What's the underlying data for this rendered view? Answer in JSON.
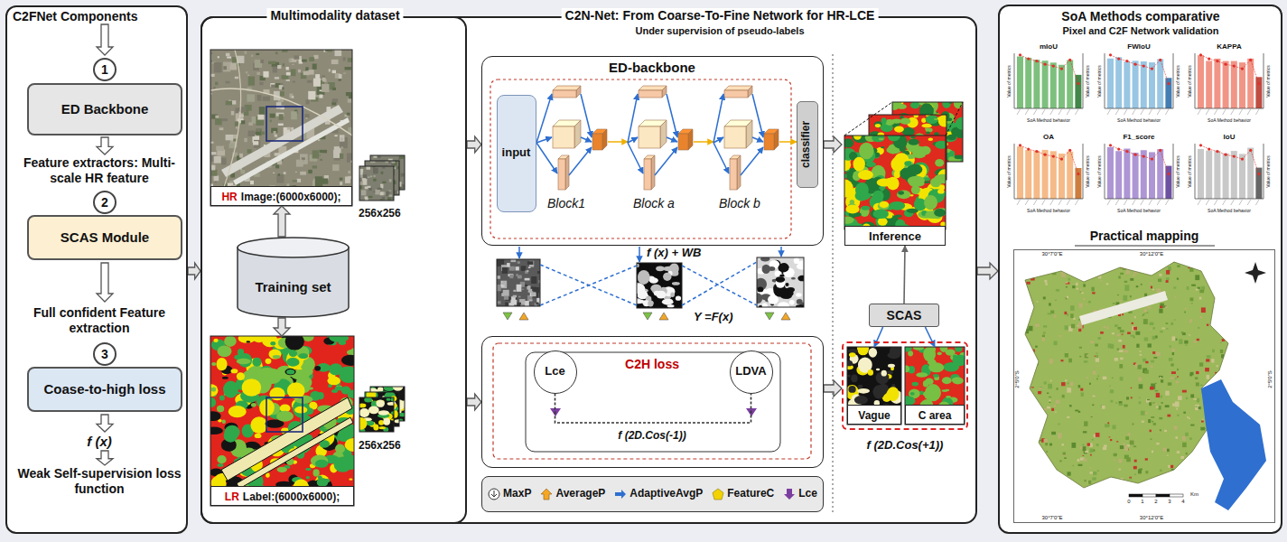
{
  "diagram": {
    "nodes": [
      {
        "text": [
          "C2FNet Components"
        ]
      },
      {
        "text": [
          "1"
        ],
        "in": 0
      },
      {
        "text": [
          "ED Backbone"
        ],
        "in": 0
      },
      {
        "text": [
          "2"
        ],
        "in": 0
      },
      {
        "text": [
          "SCAS Module"
        ],
        "in": 0
      },
      {
        "text": [
          "3"
        ],
        "in": 0
      },
      {
        "text": [
          "Coase-to-high loss"
        ],
        "in": 0
      },
      {
        "text": [
          "C2N-Net: From Coarse-To-Fine Network for HR-LCE",
          "Under supervision of pseudo-labels"
        ]
      },
      {
        "text": [
          "Multimodality dataset"
        ],
        "in": 7
      },
      {
        "text": [
          "HR",
          "Image:(6000x6000);"
        ],
        "in": 8
      },
      {
        "text": [
          "Training set"
        ],
        "in": 8
      },
      {
        "text": [
          "LR",
          "Label:(6000x6000);"
        ],
        "in": 8
      },
      {
        "text": [
          "ED-backbone"
        ],
        "in": 7
      },
      {
        "text": [
          "input"
        ],
        "in": 12
      },
      {
        "text": [
          "classifier"
        ],
        "in": 12
      },
      {
        "text": [
          "C2H loss",
          "f (2D.Cos(-1))"
        ],
        "in": 7
      },
      {
        "text": [
          "Lce"
        ],
        "in": 15
      },
      {
        "text": [
          "LDVA"
        ],
        "in": 15
      },
      {
        "text": [
          "Inference"
        ],
        "in": 7
      },
      {
        "text": [
          "SCAS"
        ],
        "in": 7
      },
      {
        "text": [
          "f (2D.Cos(+1))"
        ],
        "in": 7
      },
      {
        "text": [
          "Vague"
        ],
        "in": 20
      },
      {
        "text": [
          "C area"
        ],
        "in": 20
      },
      {
        "text": [
          "SoA Methods comparative",
          "Pixel and C2F Network validation"
        ]
      },
      {
        "text": [
          "Practical mapping"
        ],
        "in": 23
      }
    ],
    "edges": [
      {
        "from": 0,
        "to": 7,
        "arrow": "to"
      },
      {
        "from": 8,
        "to": 12,
        "arrow": "to"
      },
      {
        "from": 8,
        "to": 15,
        "arrow": "to"
      },
      {
        "from": 10,
        "to": 9,
        "arrow": "to"
      },
      {
        "from": 10,
        "to": 11,
        "arrow": "to"
      },
      {
        "from": 12,
        "to": 18,
        "arrow": "to"
      },
      {
        "from": 15,
        "to": 20,
        "arrow": "to"
      },
      {
        "from": 19,
        "to": 18,
        "arrow": "to"
      },
      {
        "from": 19,
        "to": 21,
        "arrow": "to"
      },
      {
        "from": 19,
        "to": 22,
        "arrow": "to"
      },
      {
        "from": 16,
        "to": 17,
        "arrow": "none"
      },
      {
        "from": 7,
        "to": 23,
        "arrow": "to"
      }
    ],
    "labels": [
      "Feature extractors: Multi-scale HR feature",
      "Full confident Feature extraction",
      "f (x)",
      "Weak Self-supervision loss function",
      "256x256",
      "256x256",
      "Block1",
      "Block a",
      "Block b",
      "f (x) + WB",
      "Y =F(x)",
      "mIoU",
      "Value of metrics",
      "Value of metrics",
      "SoA Method behavior",
      "FWIoU",
      "Value of metrics",
      "Value of metrics",
      "SoA Method behavior",
      "KAPPA",
      "Value of metrics",
      "Value of metrics",
      "SoA Method behavior",
      "OA",
      "Value of metrics",
      "Value of metrics",
      "SoA Method behavior",
      "F1_score",
      "Value of metrics",
      "Value of metrics",
      "SoA Method behavior",
      "IoU",
      "Value of metrics",
      "Value of metrics",
      "SoA Method behavior",
      "30°7'0\"E",
      "30°12'0\"E",
      "30°7'0\"E",
      "30°12'0\"E",
      "2°5'0\"S",
      "2°5'0\"S",
      "0",
      "1",
      "2",
      "3",
      "4",
      "Km"
    ],
    "legend": [
      {
        "text": "MaxP"
      },
      {
        "text": "AverageP"
      },
      {
        "text": "AdaptiveAvgP"
      },
      {
        "text": "FeatureC"
      },
      {
        "text": "Lce"
      }
    ]
  }
}
